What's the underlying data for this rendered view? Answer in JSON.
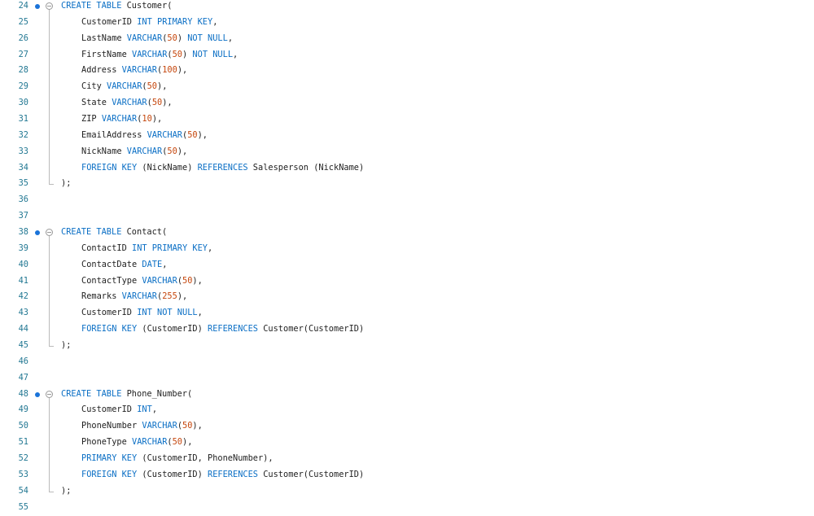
{
  "colors": {
    "keyword": "#0b6fc5",
    "number": "#c5460c",
    "text": "#1f1f1f",
    "line_number": "#237893",
    "breakpoint": "#1a73d9"
  },
  "lines": [
    {
      "n": "24",
      "head": true,
      "ind": false,
      "t": [
        [
          "kw",
          "CREATE TABLE"
        ],
        [
          "tx",
          " Customer("
        ]
      ]
    },
    {
      "n": "25",
      "ind": true,
      "g": true,
      "t": [
        [
          "tx",
          "CustomerID "
        ],
        [
          "kw",
          "INT PRIMARY KEY"
        ],
        [
          "tx",
          ","
        ]
      ]
    },
    {
      "n": "26",
      "ind": true,
      "g": true,
      "t": [
        [
          "tx",
          "LastName "
        ],
        [
          "kw",
          "VARCHAR"
        ],
        [
          "tx",
          "("
        ],
        [
          "num",
          "50"
        ],
        [
          "tx",
          ") "
        ],
        [
          "kw",
          "NOT NULL"
        ],
        [
          "tx",
          ","
        ]
      ]
    },
    {
      "n": "27",
      "ind": true,
      "g": true,
      "t": [
        [
          "tx",
          "FirstName "
        ],
        [
          "kw",
          "VARCHAR"
        ],
        [
          "tx",
          "("
        ],
        [
          "num",
          "50"
        ],
        [
          "tx",
          ") "
        ],
        [
          "kw",
          "NOT NULL"
        ],
        [
          "tx",
          ","
        ]
      ]
    },
    {
      "n": "28",
      "ind": true,
      "g": true,
      "t": [
        [
          "tx",
          "Address "
        ],
        [
          "kw",
          "VARCHAR"
        ],
        [
          "tx",
          "("
        ],
        [
          "num",
          "100"
        ],
        [
          "tx",
          "),"
        ]
      ]
    },
    {
      "n": "29",
      "ind": true,
      "g": true,
      "t": [
        [
          "tx",
          "City "
        ],
        [
          "kw",
          "VARCHAR"
        ],
        [
          "tx",
          "("
        ],
        [
          "num",
          "50"
        ],
        [
          "tx",
          "),"
        ]
      ]
    },
    {
      "n": "30",
      "ind": true,
      "g": true,
      "t": [
        [
          "tx",
          "State "
        ],
        [
          "kw",
          "VARCHAR"
        ],
        [
          "tx",
          "("
        ],
        [
          "num",
          "50"
        ],
        [
          "tx",
          "),"
        ]
      ]
    },
    {
      "n": "31",
      "ind": true,
      "g": true,
      "t": [
        [
          "tx",
          "ZIP "
        ],
        [
          "kw",
          "VARCHAR"
        ],
        [
          "tx",
          "("
        ],
        [
          "num",
          "10"
        ],
        [
          "tx",
          "),"
        ]
      ]
    },
    {
      "n": "32",
      "ind": true,
      "g": true,
      "t": [
        [
          "tx",
          "EmailAddress "
        ],
        [
          "kw",
          "VARCHAR"
        ],
        [
          "tx",
          "("
        ],
        [
          "num",
          "50"
        ],
        [
          "tx",
          "),"
        ]
      ]
    },
    {
      "n": "33",
      "ind": true,
      "g": true,
      "t": [
        [
          "tx",
          "NickName "
        ],
        [
          "kw",
          "VARCHAR"
        ],
        [
          "tx",
          "("
        ],
        [
          "num",
          "50"
        ],
        [
          "tx",
          "),"
        ]
      ]
    },
    {
      "n": "34",
      "ind": true,
      "g": true,
      "t": [
        [
          "kw",
          "FOREIGN KEY"
        ],
        [
          "tx",
          " (NickName) "
        ],
        [
          "kw",
          "REFERENCES"
        ],
        [
          "tx",
          " Salesperson (NickName)"
        ]
      ]
    },
    {
      "n": "35",
      "end": true,
      "t": [
        [
          "tx",
          ");"
        ]
      ]
    },
    {
      "n": "36",
      "t": []
    },
    {
      "n": "37",
      "t": []
    },
    {
      "n": "38",
      "head": true,
      "t": [
        [
          "kw",
          "CREATE TABLE"
        ],
        [
          "tx",
          " Contact("
        ]
      ]
    },
    {
      "n": "39",
      "ind": true,
      "g": true,
      "t": [
        [
          "tx",
          "ContactID "
        ],
        [
          "kw",
          "INT PRIMARY KEY"
        ],
        [
          "tx",
          ","
        ]
      ]
    },
    {
      "n": "40",
      "ind": true,
      "g": true,
      "t": [
        [
          "tx",
          "ContactDate "
        ],
        [
          "kw",
          "DATE"
        ],
        [
          "tx",
          ","
        ]
      ]
    },
    {
      "n": "41",
      "ind": true,
      "g": true,
      "t": [
        [
          "tx",
          "ContactType "
        ],
        [
          "kw",
          "VARCHAR"
        ],
        [
          "tx",
          "("
        ],
        [
          "num",
          "50"
        ],
        [
          "tx",
          "),"
        ]
      ]
    },
    {
      "n": "42",
      "ind": true,
      "g": true,
      "t": [
        [
          "tx",
          "Remarks "
        ],
        [
          "kw",
          "VARCHAR"
        ],
        [
          "tx",
          "("
        ],
        [
          "num",
          "255"
        ],
        [
          "tx",
          "),"
        ]
      ]
    },
    {
      "n": "43",
      "ind": true,
      "g": true,
      "t": [
        [
          "tx",
          "CustomerID "
        ],
        [
          "kw",
          "INT NOT NULL"
        ],
        [
          "tx",
          ","
        ]
      ]
    },
    {
      "n": "44",
      "ind": true,
      "g": true,
      "t": [
        [
          "kw",
          "FOREIGN KEY"
        ],
        [
          "tx",
          " (CustomerID) "
        ],
        [
          "kw",
          "REFERENCES"
        ],
        [
          "tx",
          " Customer(CustomerID)"
        ]
      ]
    },
    {
      "n": "45",
      "end": true,
      "t": [
        [
          "tx",
          ");"
        ]
      ]
    },
    {
      "n": "46",
      "t": []
    },
    {
      "n": "47",
      "t": []
    },
    {
      "n": "48",
      "head": true,
      "t": [
        [
          "kw",
          "CREATE TABLE"
        ],
        [
          "tx",
          " Phone_Number("
        ]
      ]
    },
    {
      "n": "49",
      "ind": true,
      "g": true,
      "t": [
        [
          "tx",
          "CustomerID "
        ],
        [
          "kw",
          "INT"
        ],
        [
          "tx",
          ","
        ]
      ]
    },
    {
      "n": "50",
      "ind": true,
      "g": true,
      "t": [
        [
          "tx",
          "PhoneNumber "
        ],
        [
          "kw",
          "VARCHAR"
        ],
        [
          "tx",
          "("
        ],
        [
          "num",
          "50"
        ],
        [
          "tx",
          "),"
        ]
      ]
    },
    {
      "n": "51",
      "ind": true,
      "g": true,
      "t": [
        [
          "tx",
          "PhoneType "
        ],
        [
          "kw",
          "VARCHAR"
        ],
        [
          "tx",
          "("
        ],
        [
          "num",
          "50"
        ],
        [
          "tx",
          "),"
        ]
      ]
    },
    {
      "n": "52",
      "ind": true,
      "g": true,
      "t": [
        [
          "kw",
          "PRIMARY KEY"
        ],
        [
          "tx",
          " (CustomerID, PhoneNumber),"
        ]
      ]
    },
    {
      "n": "53",
      "ind": true,
      "g": true,
      "t": [
        [
          "kw",
          "FOREIGN KEY"
        ],
        [
          "tx",
          " (CustomerID) "
        ],
        [
          "kw",
          "REFERENCES"
        ],
        [
          "tx",
          " Customer(CustomerID)"
        ]
      ]
    },
    {
      "n": "54",
      "end": true,
      "t": [
        [
          "tx",
          ");"
        ]
      ]
    },
    {
      "n": "55",
      "t": []
    }
  ]
}
